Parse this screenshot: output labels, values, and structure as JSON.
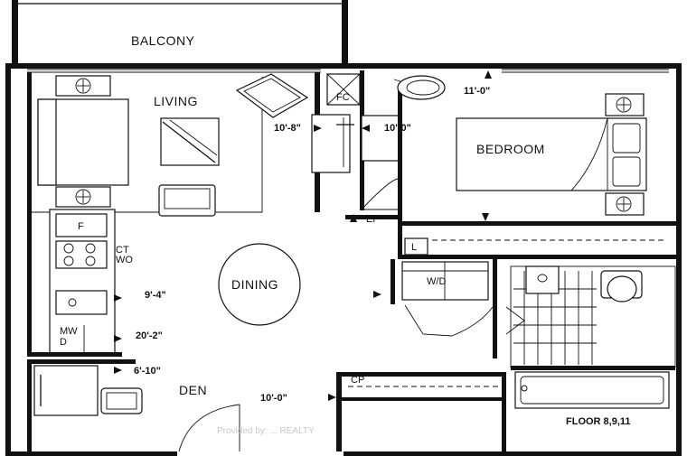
{
  "rooms": {
    "balcony": "BALCONY",
    "living": "LIVING",
    "bedroom": "BEDROOM",
    "dining": "DINING",
    "den": "DEN"
  },
  "labels": {
    "fc": "FC",
    "ep": "EP",
    "l": "L",
    "wd": "W/D",
    "f": "F",
    "ct": "CT",
    "wo": "WO",
    "mw": "MW",
    "d": "D",
    "cp": "CP"
  },
  "dimensions": {
    "bedroom_width": "11'-0\"",
    "living_dim": "10'-8\"",
    "bedroom_dim": "10'-0\"",
    "kitchen_dim": "9'-4\"",
    "overall_dim": "20'-2\"",
    "den_dim_a": "6'-10\"",
    "den_dim_b": "10'-0\""
  },
  "floor_note": "FLOOR 8,9,11",
  "watermark": "Provided by: ... REALTY"
}
